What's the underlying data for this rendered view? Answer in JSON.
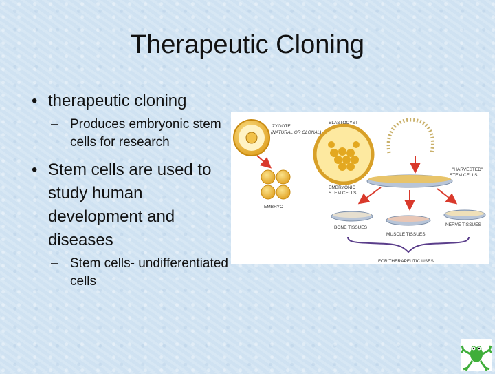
{
  "slide": {
    "title": "Therapeutic Cloning",
    "bullet1": "therapeutic cloning",
    "sub1": "Produces embryonic stem cells for research",
    "bullet2": "Stem cells are used to study human development and diseases",
    "sub2": "Stem cells- undifferentiated cells"
  },
  "figure": {
    "zygote": "ZYGOTE",
    "zygote_note": "(NATURAL OR CLONAL)",
    "blastocyst": "BLASTOCYST",
    "harvested1": "\"HARVESTED\"",
    "harvested2": "STEM CELLS",
    "embryonic1": "EMBRYONIC",
    "embryonic2": "STEM CELLS",
    "embryo": "EMBRYO",
    "bone": "BONE TISSUES",
    "muscle": "MUSCLE TISSUES",
    "nerve": "NERVE TISSUES",
    "uses": "FOR THERAPEUTIC USES"
  },
  "icons": [
    "frog-logo-icon"
  ],
  "colors": {
    "arrow": "#d9392b",
    "dish": "#9fb0c8",
    "cell": "#f0b83a",
    "bracket": "#5a3d8a"
  }
}
